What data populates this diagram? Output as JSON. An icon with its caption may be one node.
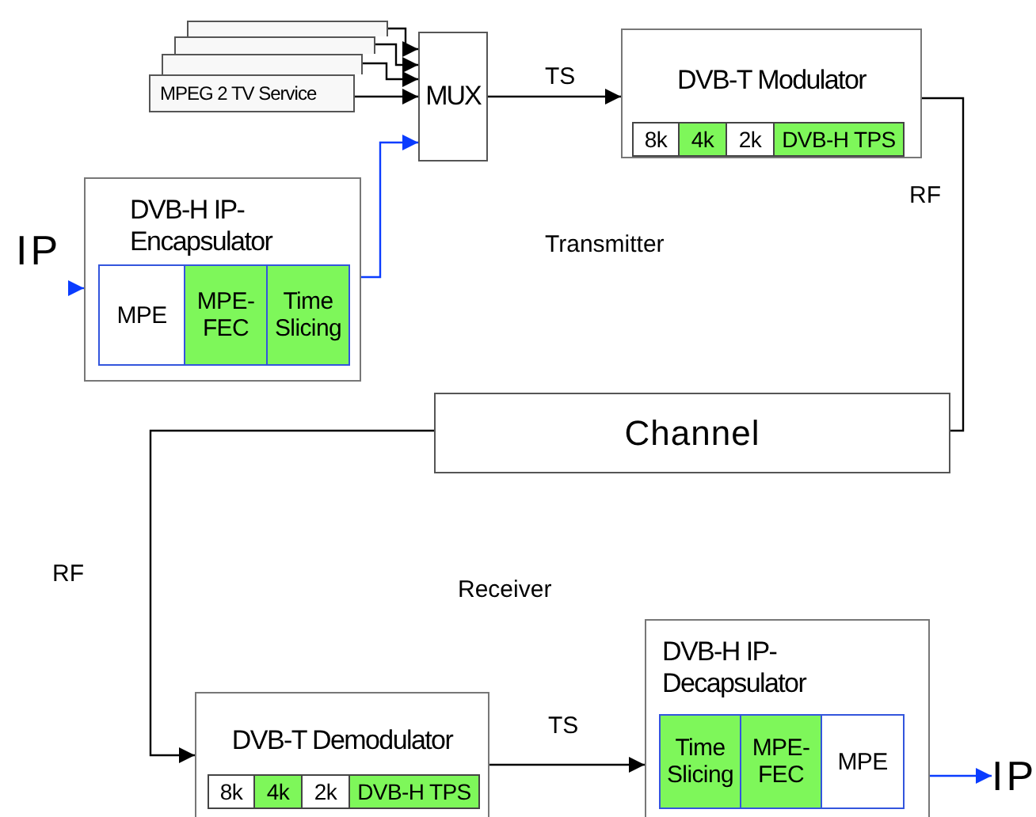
{
  "diagram": {
    "nodes": [
      {
        "text": [],
        "shape": "box"
      },
      {
        "text": [],
        "shape": "box"
      },
      {
        "text": [],
        "shape": "box"
      },
      {
        "text": [
          "MPEG 2 TV Service"
        ]
      },
      {
        "text": [
          "MUX"
        ]
      },
      {
        "text": [
          "DVB-T Modulator"
        ]
      },
      {
        "text": [
          "8k"
        ],
        "in": 5
      },
      {
        "text": [
          "4k"
        ],
        "in": 5
      },
      {
        "text": [
          "2k"
        ],
        "in": 5
      },
      {
        "text": [
          "DVB-H TPS"
        ],
        "in": 5
      },
      {
        "text": [
          "DVB-H IP- Encapsulator"
        ]
      },
      {
        "text": [
          "MPE"
        ],
        "in": 10
      },
      {
        "text": [
          "MPE- FEC"
        ],
        "in": 10
      },
      {
        "text": [
          "Time Slicing"
        ],
        "in": 10
      },
      {
        "text": [
          "Channel"
        ]
      },
      {
        "text": [
          "DVB-T Demodulator"
        ]
      },
      {
        "text": [
          "8k"
        ],
        "in": 15
      },
      {
        "text": [
          "4k"
        ],
        "in": 15
      },
      {
        "text": [
          "2k"
        ],
        "in": 15
      },
      {
        "text": [
          "DVB-H TPS"
        ],
        "in": 15
      },
      {
        "text": [
          "DVB-H IP- Decapsulator"
        ]
      },
      {
        "text": [
          "Time Slicing"
        ],
        "in": 20
      },
      {
        "text": [
          "MPE- FEC"
        ],
        "in": 20
      },
      {
        "text": [
          "MPE"
        ],
        "in": 20
      },
      {
        "text": [
          "IP"
        ]
      },
      {
        "text": [
          "IP"
        ]
      }
    ],
    "edges": [
      {
        "from": 0,
        "to": 4,
        "arrow": "to"
      },
      {
        "from": 1,
        "to": 4,
        "arrow": "to"
      },
      {
        "from": 2,
        "to": 4,
        "arrow": "to"
      },
      {
        "from": 3,
        "to": 4,
        "arrow": "to"
      },
      {
        "from": 10,
        "to": 4,
        "arrow": "to",
        "color": "#0a3cff"
      },
      {
        "from": 4,
        "to": 5,
        "arrow": "to",
        "label": "TS"
      },
      {
        "from": 5,
        "to": 14,
        "arrow": "none",
        "label": "RF"
      },
      {
        "from": 14,
        "to": 15,
        "arrow": "to",
        "label": "RF"
      },
      {
        "from": 15,
        "to": 20,
        "arrow": "to",
        "label": "TS"
      },
      {
        "from": 24,
        "to": 10,
        "arrow": "to",
        "color": "#0a3cff"
      },
      {
        "from": 20,
        "to": 25,
        "arrow": "to",
        "color": "#0a3cff"
      }
    ],
    "labels": [
      "Transmitter",
      "Receiver"
    ]
  }
}
